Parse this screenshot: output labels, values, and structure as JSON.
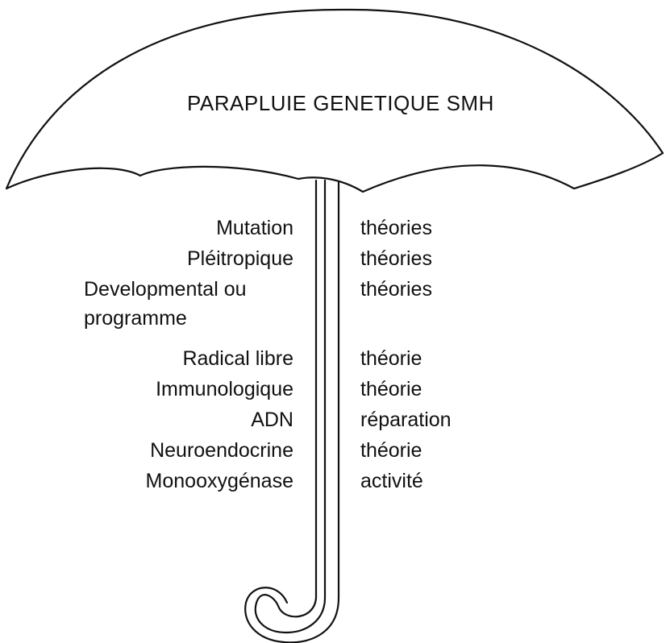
{
  "title": "PARAPLUIE GENETIQUE SMH",
  "rows": [
    {
      "left": "Mutation",
      "right": "théories"
    },
    {
      "left": "Pléitropique",
      "right": "théories"
    },
    {
      "left": "Developmental ou programme",
      "right": "théories"
    },
    {
      "left": "Radical libre",
      "right": "théorie"
    },
    {
      "left": "Immunologique",
      "right": "théorie"
    },
    {
      "left": "ADN",
      "right": "réparation"
    },
    {
      "left": "Neuroendocrine",
      "right": "théorie"
    },
    {
      "left": "Monooxygénase",
      "right": "activité"
    }
  ]
}
